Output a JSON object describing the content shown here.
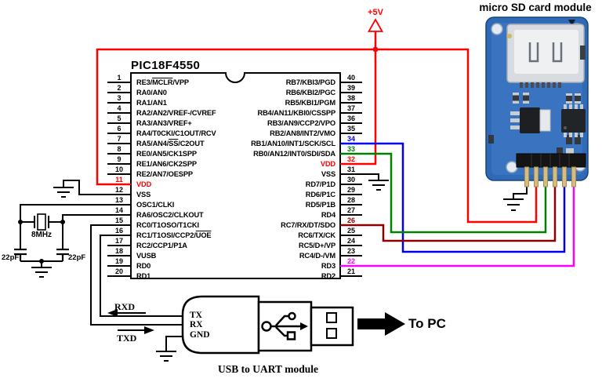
{
  "colors": {
    "red": "#ff0000",
    "blue": "#0000ee",
    "green": "#008000",
    "darkred": "#8b0000",
    "magenta": "#ff00ff",
    "black": "#000000",
    "board_blue": "#2e6ab6",
    "board_edge": "#1a4a88",
    "slot_metal": "#d8dbdf",
    "pin_gold": "#d6bd7e"
  },
  "power": {
    "label": "+5V"
  },
  "chip": {
    "title": "PIC18F4550",
    "left_pins": [
      {
        "n": 1,
        "label": [
          [
            "RE3/"
          ],
          [
            "MCLR",
            "ol"
          ],
          [
            "/VPP"
          ]
        ]
      },
      {
        "n": 2,
        "label": [
          [
            "RA0/AN0"
          ]
        ]
      },
      {
        "n": 3,
        "label": [
          [
            "RA1/AN1"
          ]
        ]
      },
      {
        "n": 4,
        "label": [
          [
            "RA2/AN2/VREF-/CVREF"
          ]
        ]
      },
      {
        "n": 5,
        "label": [
          [
            "RA3/AN3/VREF+"
          ]
        ]
      },
      {
        "n": 6,
        "label": [
          [
            "RA4/T0CKI/C1OUT/RCV"
          ]
        ]
      },
      {
        "n": 7,
        "label": [
          [
            "RA5/AN4/"
          ],
          [
            "SS",
            "ol"
          ],
          [
            "/C2OUT"
          ]
        ]
      },
      {
        "n": 8,
        "label": [
          [
            "RE0/AN5/CK1SPP"
          ]
        ]
      },
      {
        "n": 9,
        "label": [
          [
            "RE1/AN6/CK2SPP"
          ]
        ]
      },
      {
        "n": 10,
        "label": [
          [
            "RE2/AN7/OESPP"
          ]
        ]
      },
      {
        "n": 11,
        "label": [
          [
            "VDD"
          ]
        ],
        "nc": "red",
        "lc": "red"
      },
      {
        "n": 12,
        "label": [
          [
            "VSS"
          ]
        ]
      },
      {
        "n": 13,
        "label": [
          [
            "OSC1/CLKI"
          ]
        ]
      },
      {
        "n": 14,
        "label": [
          [
            "RA6/OSC2/CLKOUT"
          ]
        ]
      },
      {
        "n": 15,
        "label": [
          [
            "RC0/T1OSO/T1CKI"
          ]
        ]
      },
      {
        "n": 16,
        "label": [
          [
            "RC1/T1OSI/CCP2/"
          ],
          [
            "UOE",
            "ol"
          ]
        ]
      },
      {
        "n": 17,
        "label": [
          [
            "RC2/CCP1/P1A"
          ]
        ]
      },
      {
        "n": 18,
        "label": [
          [
            "VUSB"
          ]
        ]
      },
      {
        "n": 19,
        "label": [
          [
            "RD0"
          ]
        ]
      },
      {
        "n": 20,
        "label": [
          [
            "RD1"
          ]
        ]
      }
    ],
    "right_pins": [
      {
        "n": 40,
        "label": [
          [
            "RB7/KBI3/PGD"
          ]
        ]
      },
      {
        "n": 39,
        "label": [
          [
            "RB6/KBI2/PGC"
          ]
        ]
      },
      {
        "n": 38,
        "label": [
          [
            "RB5/KBI1/PGM"
          ]
        ]
      },
      {
        "n": 37,
        "label": [
          [
            "RB4/AN11/KBI0/CSSPP"
          ]
        ]
      },
      {
        "n": 36,
        "label": [
          [
            "RB3/AN9/CCP2/VPO"
          ]
        ]
      },
      {
        "n": 35,
        "label": [
          [
            "RB2/AN8/INT2/VMO"
          ]
        ]
      },
      {
        "n": 34,
        "label": [
          [
            "RB1/AN10/INT1/SCK/SCL"
          ]
        ],
        "nc": "blue"
      },
      {
        "n": 33,
        "label": [
          [
            "RB0/AN12/INT0/SDI/SDA"
          ]
        ],
        "nc": "green"
      },
      {
        "n": 32,
        "label": [
          [
            "VDD"
          ]
        ],
        "nc": "red",
        "lc": "red"
      },
      {
        "n": 31,
        "label": [
          [
            "VSS"
          ]
        ]
      },
      {
        "n": 30,
        "label": [
          [
            "RD7/P1D"
          ]
        ]
      },
      {
        "n": 29,
        "label": [
          [
            "RD6/P1C"
          ]
        ]
      },
      {
        "n": 28,
        "label": [
          [
            "RD5/P1B"
          ]
        ]
      },
      {
        "n": 27,
        "label": [
          [
            "RD4"
          ]
        ]
      },
      {
        "n": 26,
        "label": [
          [
            "RC7/RX/DT/SDO"
          ]
        ],
        "nc": "darkred"
      },
      {
        "n": 25,
        "label": [
          [
            "RC6/TX/CK"
          ]
        ]
      },
      {
        "n": 24,
        "label": [
          [
            "RC5/D+/VP"
          ]
        ]
      },
      {
        "n": 23,
        "label": [
          [
            "RC4/D-/VM"
          ]
        ]
      },
      {
        "n": 22,
        "label": [
          [
            "RD3"
          ]
        ],
        "nc": "magenta"
      },
      {
        "n": 21,
        "label": [
          [
            "RD2"
          ]
        ]
      }
    ]
  },
  "crystal": {
    "freq": "8MHz",
    "cap_left": "22pF",
    "cap_right": "22pF"
  },
  "sd_module": {
    "title": "micro SD card module"
  },
  "usb_module": {
    "caption": "USB to UART module",
    "pins": [
      "TX",
      "RX",
      "GND"
    ],
    "rxd_label": "RXD",
    "txd_label": "TXD",
    "to_pc": "To PC"
  }
}
